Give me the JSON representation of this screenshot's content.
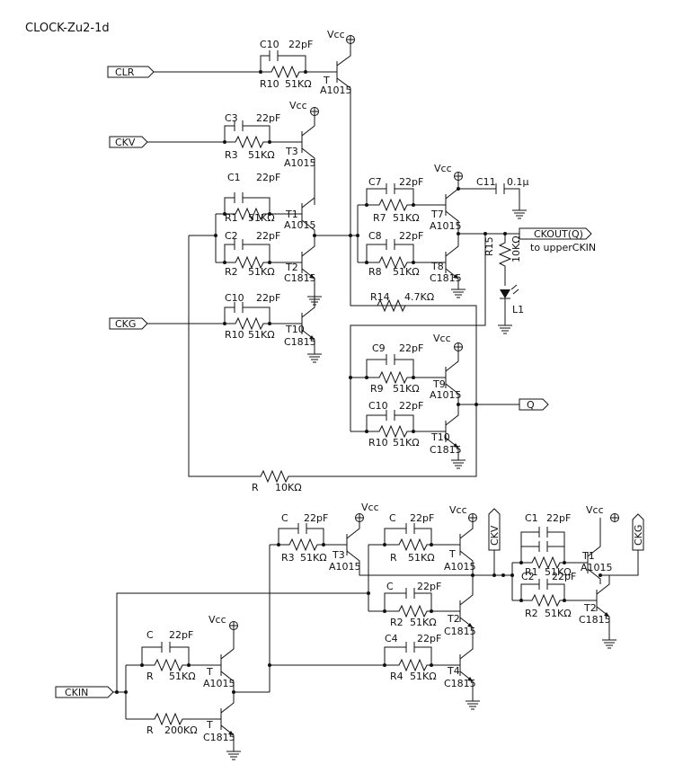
{
  "title": "CLOCK-Zu2-1d",
  "ports": {
    "clr": "CLR",
    "ckv": "CKV",
    "ckg": "CKG",
    "ckout": "CKOUT(Q)",
    "q": "Q",
    "ckin": "CKIN",
    "ckv_b": "CKV",
    "ckg_b": "CKG"
  },
  "notes": {
    "upper": "to upperCKIN"
  },
  "supply": "Vcc",
  "values": {
    "pf22": "22pF",
    "k51": "51KΩ",
    "k47": "4.7KΩ",
    "k10": "10KΩ",
    "k200": "200KΩ",
    "u01": "0.1μ"
  },
  "types": {
    "pnp": "A1015",
    "npn": "C1815"
  },
  "refs": {
    "c10": "C10",
    "r10": "R10",
    "t": "T",
    "c3": "C3",
    "r3": "R3",
    "t3": "T3",
    "c1": "C1",
    "r1": "R1",
    "t1": "T1",
    "c2": "C2",
    "r2": "R2",
    "t2": "T2",
    "t10": "T10",
    "c7": "C7",
    "r7": "R7",
    "t7": "T7",
    "c8": "C8",
    "r8": "R8",
    "t8": "T8",
    "c11": "C11",
    "r14": "R14",
    "r15": "R15",
    "l1": "L1",
    "c9": "C9",
    "r9": "R9",
    "t9": "T9",
    "r": "R",
    "c": "C",
    "c4": "C4",
    "r4": "R4",
    "t4": "T4"
  }
}
